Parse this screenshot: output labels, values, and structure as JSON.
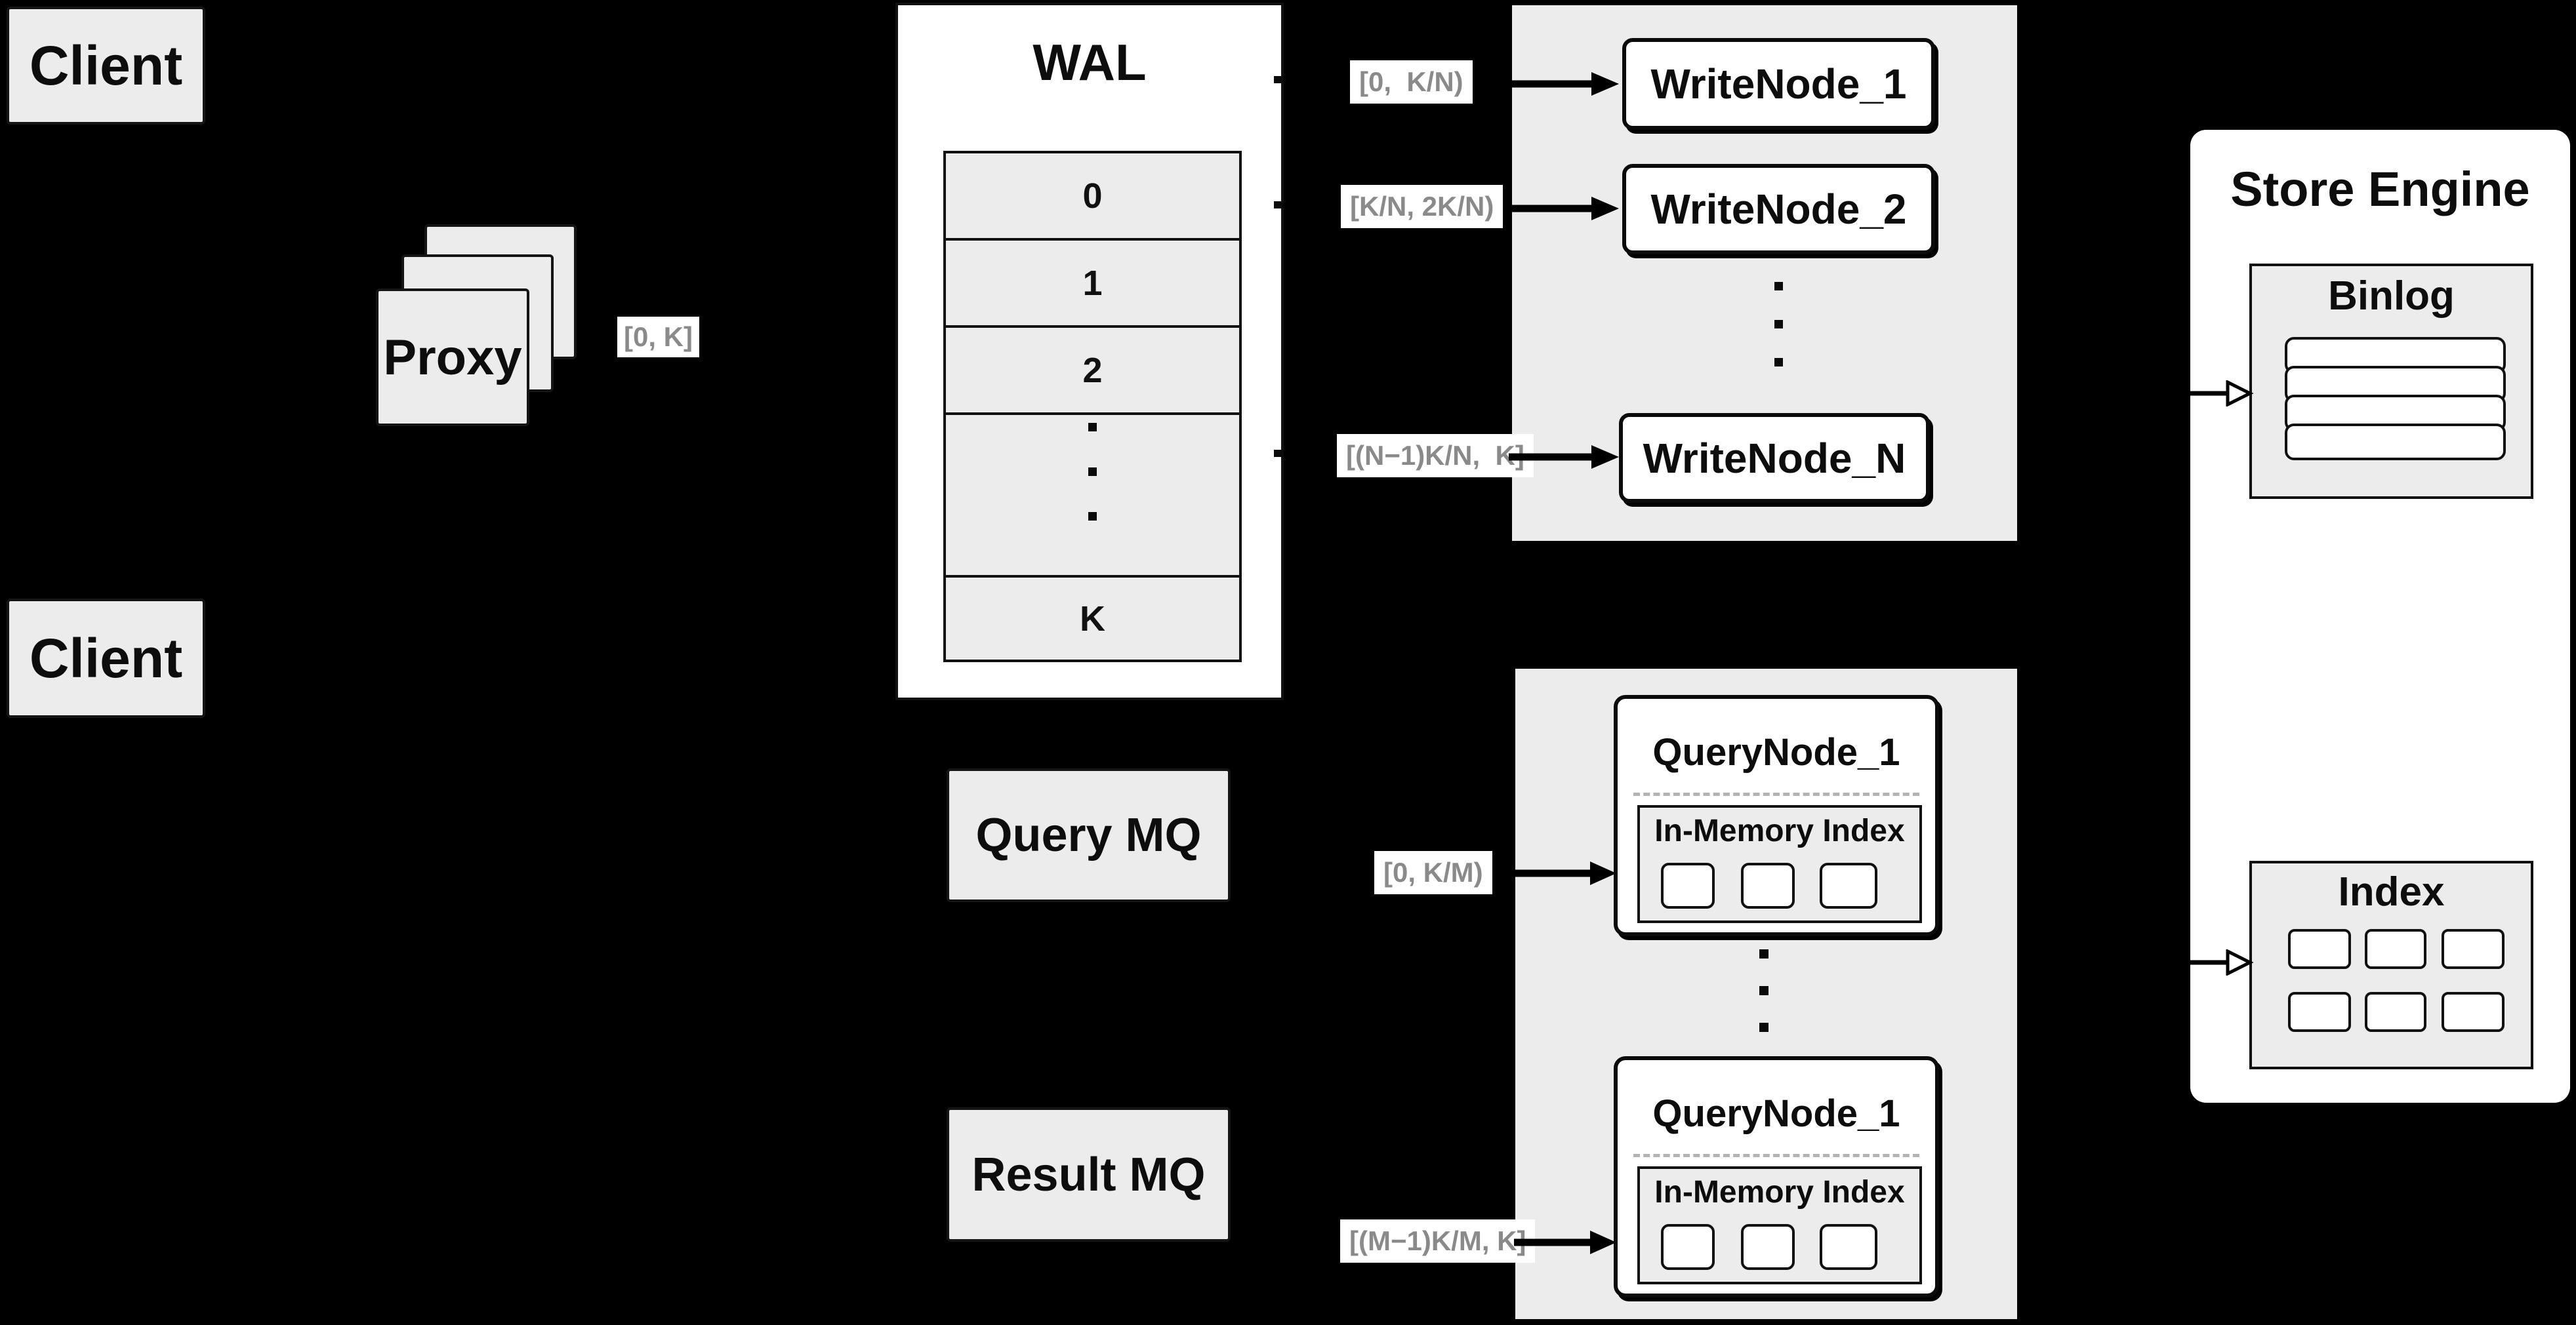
{
  "colors": {
    "background": "#000000",
    "panel_gray": "#ececec",
    "box_white": "#ffffff",
    "border_black": "#111111",
    "range_label_text": "#8a8a8a"
  },
  "clients": {
    "top_label": "Client",
    "bottom_label": "Client"
  },
  "proxy": {
    "label": "Proxy",
    "range": "[0, K]"
  },
  "wal": {
    "title": "WAL",
    "rows": [
      "0",
      "1",
      "2"
    ],
    "last_row": "K"
  },
  "write_group": {
    "ranges": [
      "[0,  K/N)",
      "[K/N, 2K/N)",
      "[(N−1)K/N,  K]"
    ],
    "nodes": [
      "WriteNode_1",
      "WriteNode_2",
      "WriteNode_N"
    ]
  },
  "query_mq": "Query MQ",
  "result_mq": "Result MQ",
  "query_group": {
    "ranges": [
      "[0, K/M)",
      "[(M−1)K/M, K]"
    ],
    "node_top": {
      "title": "QueryNode_1",
      "memory_index": "In-Memory Index"
    },
    "node_bottom": {
      "title": "QueryNode_1",
      "memory_index": "In-Memory Index"
    }
  },
  "store_engine": {
    "title": "Store Engine",
    "binlog": "Binlog",
    "index": "Index"
  }
}
